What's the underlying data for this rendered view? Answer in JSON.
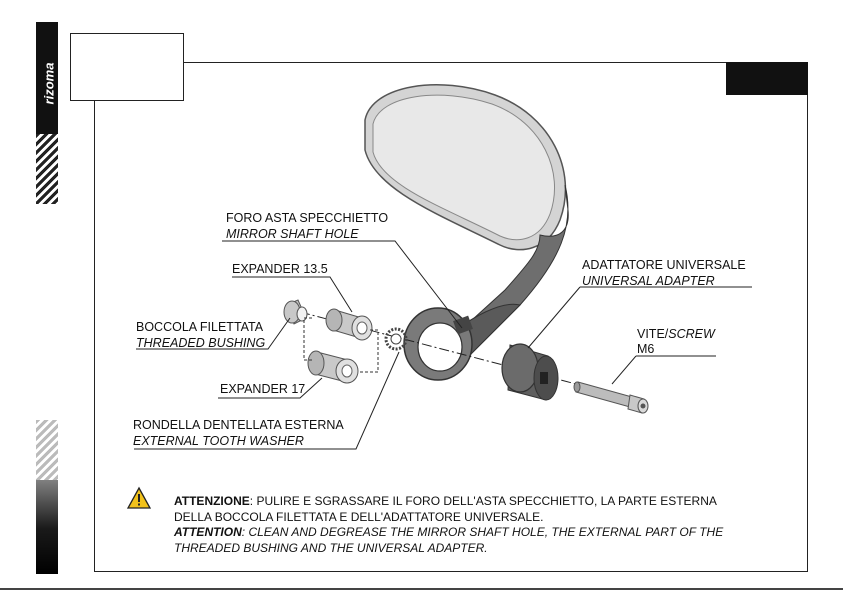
{
  "brand": {
    "logo_text": "rizoma"
  },
  "labels": {
    "mirror_hole_it": "FORO ASTA SPECCHIETTO",
    "mirror_hole_en": "MIRROR SHAFT HOLE",
    "expander_135": "EXPANDER 13.5",
    "bushing_it": "BOCCOLA FILETTATA",
    "bushing_en": "THREADED BUSHING",
    "expander_17": "EXPANDER 17",
    "washer_it": "RONDELLA DENTELLATA ESTERNA",
    "washer_en": "EXTERNAL TOOTH WASHER",
    "adapter_it": "ADATTATORE UNIVERSALE",
    "adapter_en": "UNIVERSAL ADAPTER",
    "screw_it": "VITE/",
    "screw_en": "SCREW",
    "screw_size": "M6"
  },
  "warning": {
    "it_head": "ATTENZIONE",
    "it_line1": ": PULIRE E SGRASSARE IL FORO DELL'ASTA SPECCHIETTO, LA PARTE ESTERNA",
    "it_line2": "DELLA BOCCOLA FILETTATA E DELL'ADATTATORE UNIVERSALE.",
    "en_head": "ATTENTION",
    "en_line1": ": CLEAN AND DEGREASE THE MIRROR SHAFT HOLE, THE EXTERNAL PART OF THE",
    "en_line2": "THREADED BUSHING AND THE UNIVERSAL ADAPTER."
  },
  "colors": {
    "accent": "#111111",
    "warning_yellow": "#f2c21b"
  }
}
